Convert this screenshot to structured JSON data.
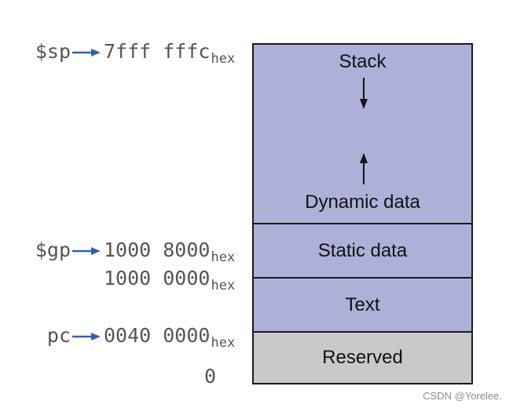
{
  "colors": {
    "segment_fill": "#adb1d8",
    "reserved_fill": "#c9c9c9",
    "pointer_arrow": "#2f62a8",
    "label_text": "#555555",
    "border": "#1a1a1a"
  },
  "pointers": {
    "sp": {
      "register": "$sp",
      "address": "7fff fffc",
      "suffix": "hex"
    },
    "gp": {
      "register": "$gp",
      "address": "1000 8000",
      "suffix": "hex"
    },
    "text_start": {
      "address": "1000 0000",
      "suffix": "hex"
    },
    "pc": {
      "register": "pc",
      "address": "0040 0000",
      "suffix": "hex"
    },
    "zero": {
      "address": "0"
    }
  },
  "segments": {
    "stack": "Stack",
    "dynamic": "Dynamic data",
    "static": "Static data",
    "text": "Text",
    "reserved": "Reserved"
  },
  "watermark": "CSDN @Yorelee."
}
